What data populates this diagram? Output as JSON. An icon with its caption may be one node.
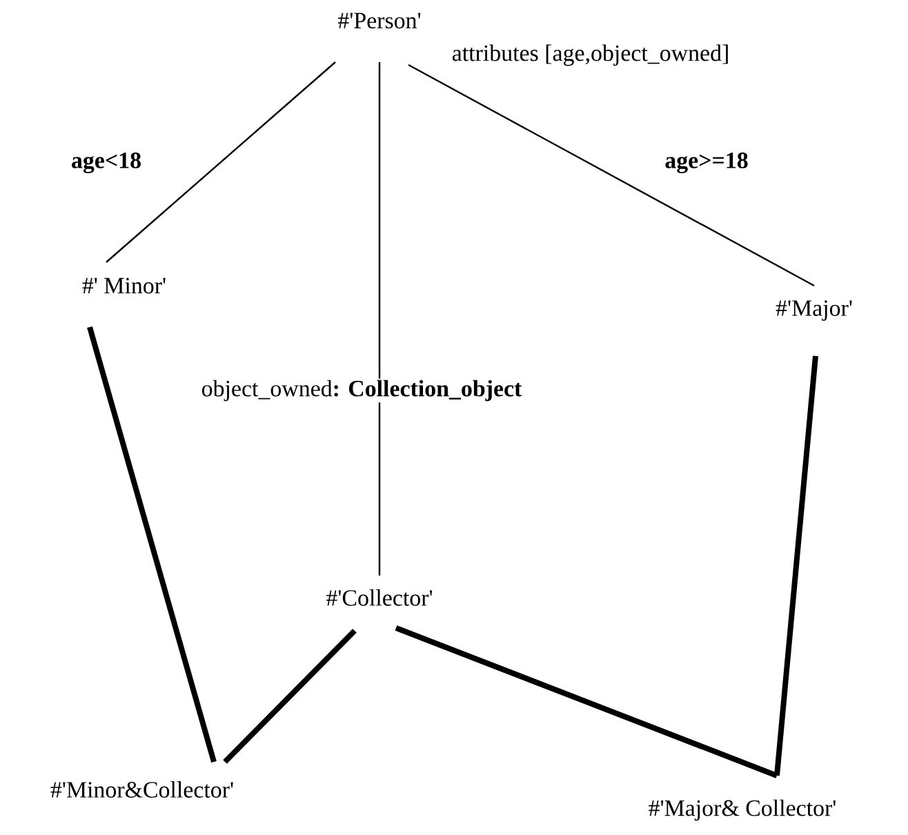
{
  "diagram": {
    "nodes": [
      {
        "text": [
          "#'Person'"
        ],
        "beside": [
          "attributes [age,object_owned]"
        ]
      },
      {
        "text": [
          "#' Minor'"
        ]
      },
      {
        "text": [
          "#'Major'"
        ]
      },
      {
        "text": [
          "#'Collector'"
        ]
      },
      {
        "text": [
          "#'Minor&Collector'"
        ]
      },
      {
        "text": [
          "#'Major& Collector'"
        ]
      }
    ],
    "edges": [
      {
        "from": 0,
        "to": 1,
        "arrow": "none",
        "label": "age<18"
      },
      {
        "from": 0,
        "to": 2,
        "arrow": "none",
        "label": "age>=18"
      },
      {
        "from": 0,
        "to": 3,
        "arrow": "none",
        "label": "object_owned**: Collection_object**"
      },
      {
        "from": 1,
        "to": 4,
        "arrow": "none"
      },
      {
        "from": 3,
        "to": 4,
        "arrow": "none"
      },
      {
        "from": 3,
        "to": 5,
        "arrow": "none"
      },
      {
        "from": 2,
        "to": 5,
        "arrow": "none"
      }
    ]
  }
}
